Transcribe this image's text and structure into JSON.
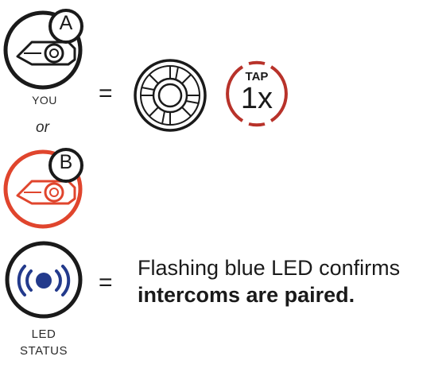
{
  "device_a": {
    "letter": "A",
    "caption": "YOU"
  },
  "or_text": "or",
  "device_b": {
    "letter": "B"
  },
  "equals_1": "=",
  "tap": {
    "label": "TAP",
    "count": "1x"
  },
  "led": {
    "caption_line1": "LED",
    "caption_line2": "STATUS"
  },
  "equals_2": "=",
  "message": {
    "line1": "Flashing blue LED confirms",
    "line2": "intercoms are paired."
  },
  "colors": {
    "black": "#1a1a1a",
    "red": "#e0452d",
    "tap_red": "#b8322a",
    "led_blue": "#233a8c"
  },
  "icons": [
    "headset-device-icon",
    "jog-dial-icon",
    "led-signal-icon"
  ]
}
